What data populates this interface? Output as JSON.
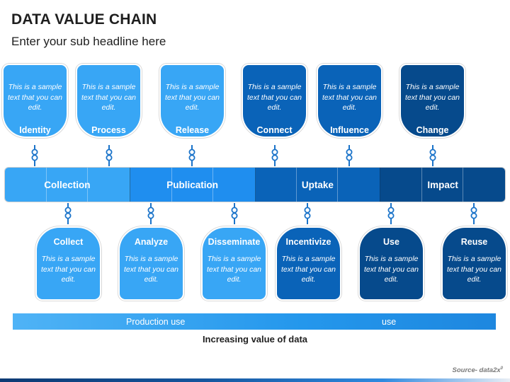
{
  "header": {
    "title": "DATA VALUE CHAIN",
    "subtitle": "Enter your sub headline here"
  },
  "colors": {
    "light": "#38a6f5",
    "mid": "#1f8eef",
    "dark": "#0a63b8",
    "darkest": "#064a8c"
  },
  "top_cards": [
    {
      "label": "Identity",
      "text": "This is a sample text that you can edit."
    },
    {
      "label": "Process",
      "text": "This is a sample text that you can edit."
    },
    {
      "label": "Release",
      "text": "This is a sample text that you can edit."
    },
    {
      "label": "Connect",
      "text": "This is a sample text that you can edit."
    },
    {
      "label": "Influence",
      "text": "This is a sample text that you can edit."
    },
    {
      "label": "Change",
      "text": "This is a sample text that you can edit."
    }
  ],
  "stages": [
    {
      "label": "Collection"
    },
    {
      "label": "Publication"
    },
    {
      "label": "Uptake"
    },
    {
      "label": "Impact"
    }
  ],
  "bottom_cards": [
    {
      "label": "Collect",
      "text": "This is a sample text that you can edit."
    },
    {
      "label": "Analyze",
      "text": "This is a sample text that you can edit."
    },
    {
      "label": "Disseminate",
      "text": "This is a sample text that you can edit."
    },
    {
      "label": "Incentivize",
      "text": "This is a sample text that you can edit."
    },
    {
      "label": "Use",
      "text": "This is a sample text that you can edit."
    },
    {
      "label": "Reuse",
      "text": "This is a sample text that you can edit."
    }
  ],
  "use_bar": {
    "left": "Production use",
    "right": "use"
  },
  "caption": "Increasing value of data",
  "source": {
    "text": "Source- data2x",
    "sup": "0"
  }
}
